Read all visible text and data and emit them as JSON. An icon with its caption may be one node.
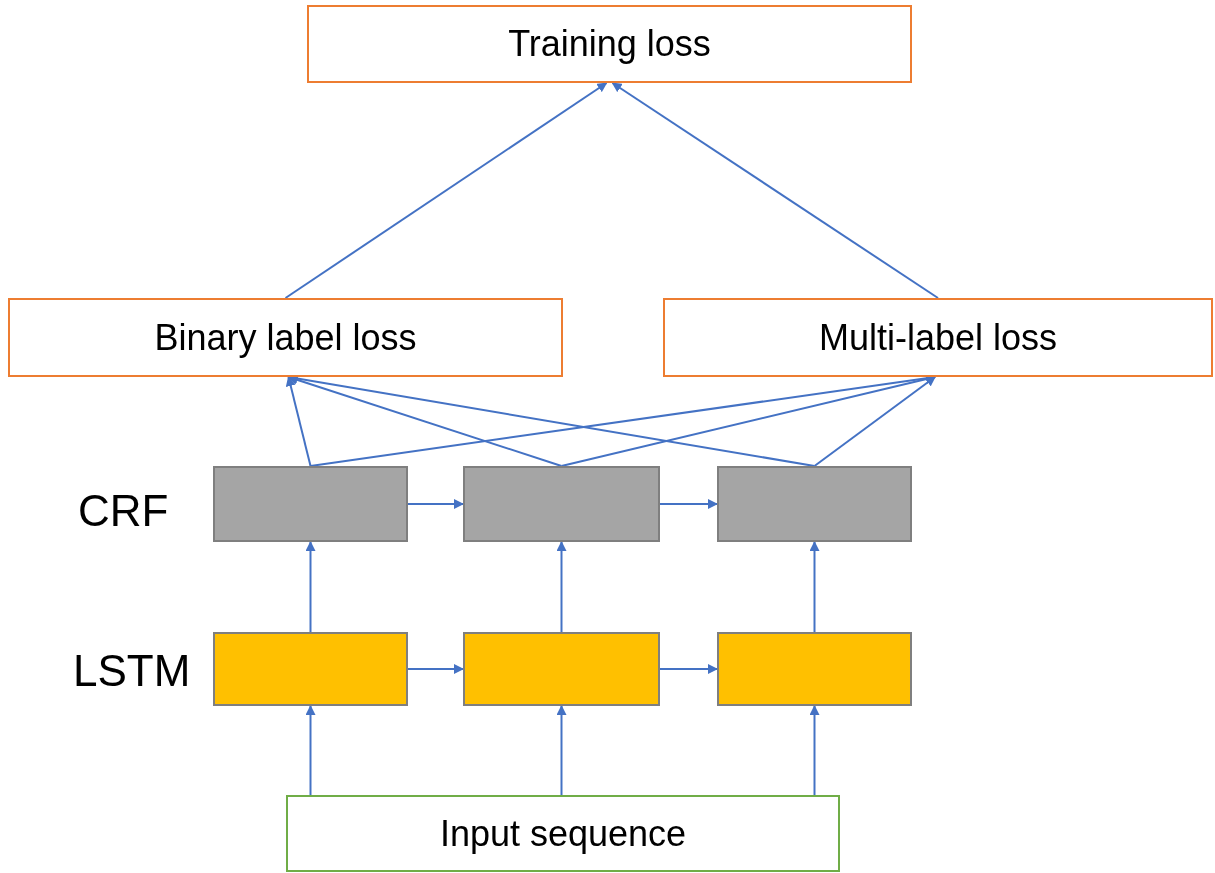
{
  "diagram": {
    "nodes": [
      {
        "text": [
          "Training loss"
        ]
      },
      {
        "text": [
          "Binary label loss"
        ]
      },
      {
        "text": [
          "Multi-label loss"
        ]
      },
      {
        "text": [],
        "shape": "box"
      },
      {
        "text": [],
        "shape": "box"
      },
      {
        "text": [],
        "shape": "box"
      },
      {
        "text": [],
        "shape": "box"
      },
      {
        "text": [],
        "shape": "box"
      },
      {
        "text": [],
        "shape": "box"
      },
      {
        "text": [
          "Input sequence"
        ]
      }
    ],
    "edges": [
      {
        "from": 1,
        "to": 0,
        "arrow": "to"
      },
      {
        "from": 2,
        "to": 0,
        "arrow": "to"
      },
      {
        "from": 3,
        "to": 1,
        "arrow": "to"
      },
      {
        "from": 3,
        "to": 2,
        "arrow": "to"
      },
      {
        "from": 4,
        "to": 1,
        "arrow": "to"
      },
      {
        "from": 4,
        "to": 2,
        "arrow": "to"
      },
      {
        "from": 5,
        "to": 1,
        "arrow": "to"
      },
      {
        "from": 5,
        "to": 2,
        "arrow": "to"
      },
      {
        "from": 3,
        "to": 4,
        "arrow": "to"
      },
      {
        "from": 4,
        "to": 5,
        "arrow": "to"
      },
      {
        "from": 6,
        "to": 3,
        "arrow": "to"
      },
      {
        "from": 7,
        "to": 4,
        "arrow": "to"
      },
      {
        "from": 8,
        "to": 5,
        "arrow": "to"
      },
      {
        "from": 6,
        "to": 7,
        "arrow": "to"
      },
      {
        "from": 7,
        "to": 8,
        "arrow": "to"
      },
      {
        "from": 9,
        "to": 6,
        "arrow": "to"
      },
      {
        "from": 9,
        "to": 7,
        "arrow": "to"
      },
      {
        "from": 9,
        "to": 8,
        "arrow": "to"
      }
    ],
    "labels": [
      "CRF",
      "LSTM"
    ]
  }
}
